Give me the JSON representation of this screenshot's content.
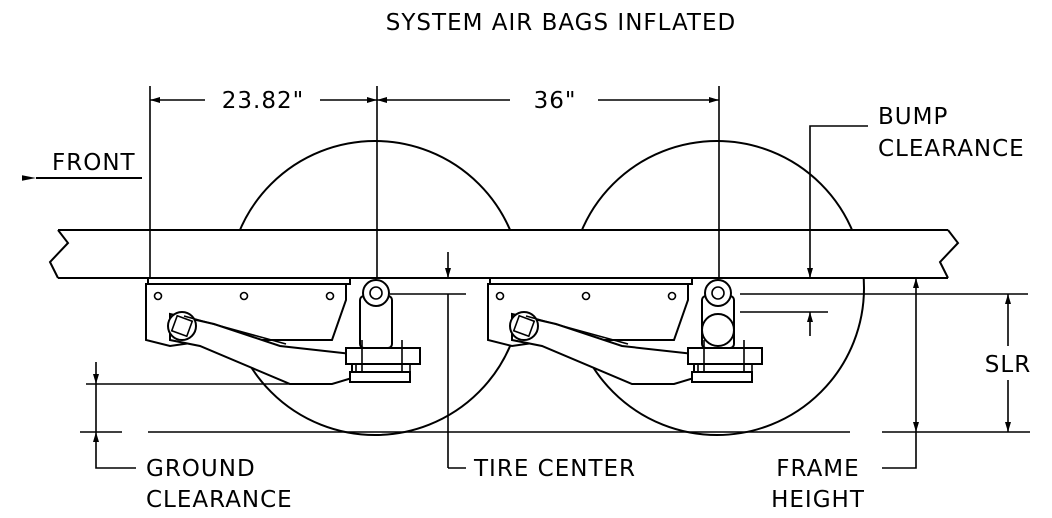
{
  "title": "SYSTEM AIR BAGS INFLATED",
  "dimensions": {
    "front_spacing": "23.82\"",
    "axle_spacing": "36\""
  },
  "labels": {
    "front": "FRONT",
    "bump_clearance_line1": "BUMP",
    "bump_clearance_line2": "CLEARANCE",
    "slr": "SLR",
    "ground_clearance_line1": "GROUND",
    "ground_clearance_line2": "CLEARANCE",
    "tire_center": "TIRE CENTER",
    "frame_height_line1": "FRAME",
    "frame_height_line2": "HEIGHT"
  }
}
